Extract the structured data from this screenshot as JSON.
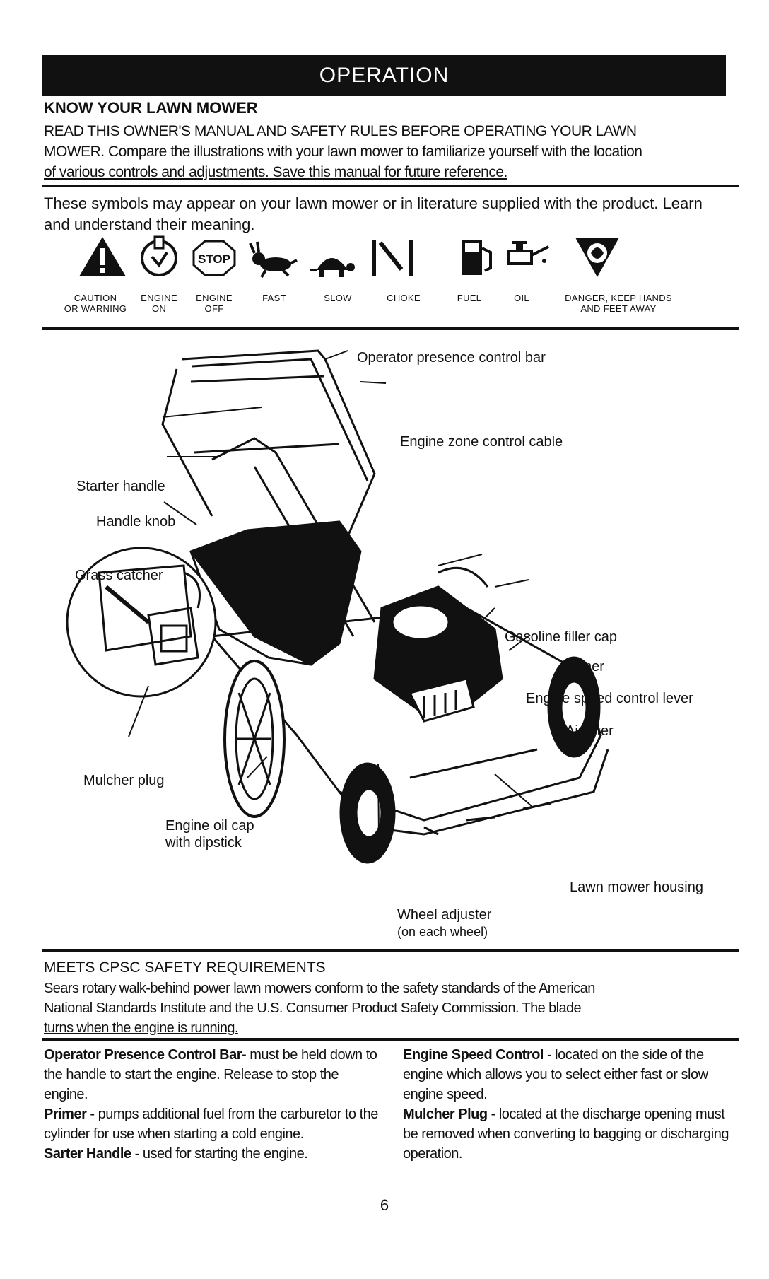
{
  "header": {
    "title": "OPERATION"
  },
  "section": {
    "title": "KNOW YOUR LAWN MOWER",
    "intro_line1": "READ THIS OWNER'S MANUAL AND SAFETY RULES BEFORE OPERATING YOUR LAWN",
    "intro_line2": "MOWER.  Compare the illustrations with your lawn mower to familiarize yourself with the location",
    "intro_line3": "of various controls and adjustments.  Save this manual for future reference."
  },
  "symbols": {
    "text": "These symbols  may appear on your lawn mower or in literature supplied with the product.  Learn and understand their meaning.",
    "items": [
      {
        "label1": "CAUTION",
        "label2": "OR WARNING"
      },
      {
        "label1": "ENGINE",
        "label2": "ON"
      },
      {
        "label1": "ENGINE",
        "label2": "OFF",
        "stop_text": "STOP"
      },
      {
        "label1": "FAST",
        "label2": ""
      },
      {
        "label1": "SLOW",
        "label2": ""
      },
      {
        "label1": "CHOKE",
        "label2": ""
      },
      {
        "label1": "FUEL",
        "label2": ""
      },
      {
        "label1": "OIL",
        "label2": ""
      },
      {
        "label1": "DANGER, KEEP HANDS",
        "label2": "AND FEET AWAY"
      }
    ]
  },
  "diagram": {
    "callouts": {
      "operator_bar": "Operator presence control bar",
      "zone_cable": "Engine zone control cable",
      "starter_handle": "Starter handle",
      "handle_knob": "Handle knob",
      "grass_catcher": "Grass catcher",
      "gas_cap": "Gasoline filler cap",
      "primer": "Primer",
      "speed_lever": "Engine speed control lever",
      "air_filter": "Air filter",
      "mulcher_plug": "Mulcher plug",
      "oil_cap_1": "Engine oil cap",
      "oil_cap_2": "with dipstick",
      "housing": "Lawn mower housing",
      "wheel_adj_1": "Wheel adjuster",
      "wheel_adj_2": "(on each wheel)"
    }
  },
  "cpsc": {
    "title": "MEETS CPSC SAFETY REQUIREMENTS",
    "line1": "Sears rotary walk-behind power lawn mowers conform to the safety standards of the American",
    "line2": "National Standards Institute and the U.S. Consumer Product Safety Commission.  The blade",
    "line3": "turns when the engine is running."
  },
  "definitions": {
    "left": [
      {
        "term": "Operator Presence Control Bar-",
        "desc": " must  be held down to the handle to start the engine. Release to stop the engine."
      },
      {
        "term": "Primer",
        "desc": " - pumps additional fuel from the carburetor to the cylinder for use when starting a cold engine."
      },
      {
        "term": "Sarter Handle",
        "desc": " - used for starting the engine."
      }
    ],
    "right": [
      {
        "term": "Engine Speed Control",
        "desc": " - located on the side of the engine which allows you to select either fast  or slow  engine speed."
      },
      {
        "term": "Mulcher Plug",
        "desc": " - located at the discharge opening must be removed when converting to bagging or discharging operation."
      }
    ]
  },
  "footer": {
    "page_number": "6"
  }
}
